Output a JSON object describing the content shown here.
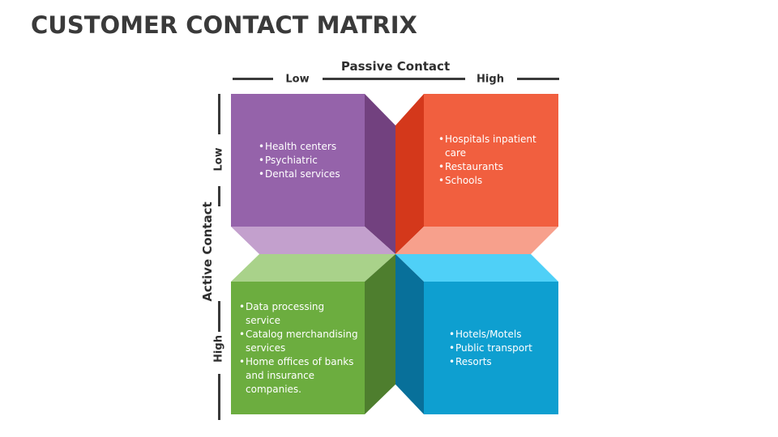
{
  "title": "CUSTOMER CONTACT MATRIX",
  "top_axis": {
    "title": "Passive Contact",
    "low": "Low",
    "high": "High"
  },
  "side_axis": {
    "title": "Active Contact",
    "low": "Low",
    "high": "High"
  },
  "quadrants": {
    "top_left": {
      "color": "#9563AA",
      "items": [
        "Health centers",
        "Psychiatric",
        "Dental services"
      ]
    },
    "top_right": {
      "color": "#F15F3F",
      "items": [
        "Hospitals inpatient care",
        "Restaurants",
        "Schools"
      ]
    },
    "bottom_left": {
      "color": "#6CAD3F",
      "items": [
        "Data processing service",
        "Catalog merchandising services",
        "Home offices of banks and insurance companies."
      ]
    },
    "bottom_right": {
      "color": "#0E9FD0",
      "items": [
        "Hotels/Motels",
        "Public transport",
        "Resorts"
      ]
    }
  }
}
